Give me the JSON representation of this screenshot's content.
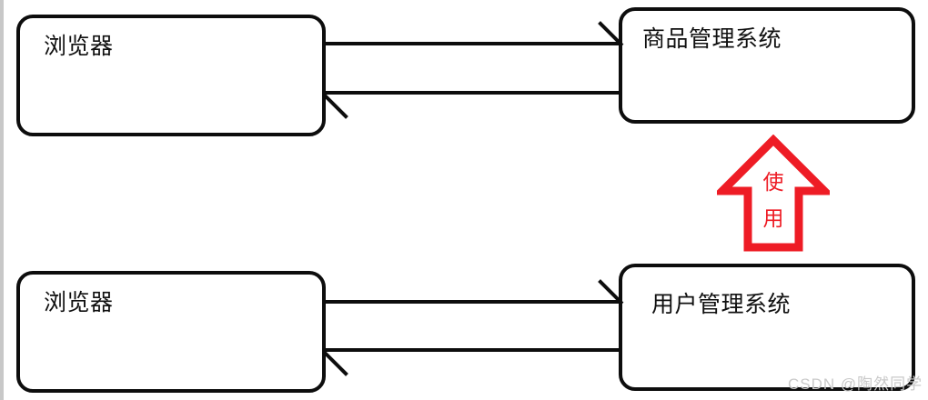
{
  "diagram": {
    "type": "architecture-block-diagram",
    "background_color": "#ffffff",
    "line_color": "#0d0d0d",
    "accent_color": "#ee1c25",
    "nodes": [
      {
        "id": "browser-top",
        "label": "浏览器",
        "role": "client"
      },
      {
        "id": "product-system",
        "label": "商品管理系统",
        "role": "service"
      },
      {
        "id": "browser-bottom",
        "label": "浏览器",
        "role": "client"
      },
      {
        "id": "user-system",
        "label": "用户管理系统",
        "role": "service"
      }
    ],
    "connections": [
      {
        "from": "browser-top",
        "to": "product-system",
        "direction": "right",
        "style": "half-arrow"
      },
      {
        "from": "product-system",
        "to": "browser-top",
        "direction": "left",
        "style": "half-arrow"
      },
      {
        "from": "browser-bottom",
        "to": "user-system",
        "direction": "right",
        "style": "half-arrow"
      },
      {
        "from": "user-system",
        "to": "browser-bottom",
        "direction": "left",
        "style": "half-arrow"
      }
    ],
    "use_arrow": {
      "label_line1": "使",
      "label_line2": "用",
      "label_full": "使用",
      "color": "#ee1c25",
      "direction": "up",
      "from": "user-system",
      "to": "product-system"
    },
    "watermark": "CSDN @陶然同学"
  }
}
